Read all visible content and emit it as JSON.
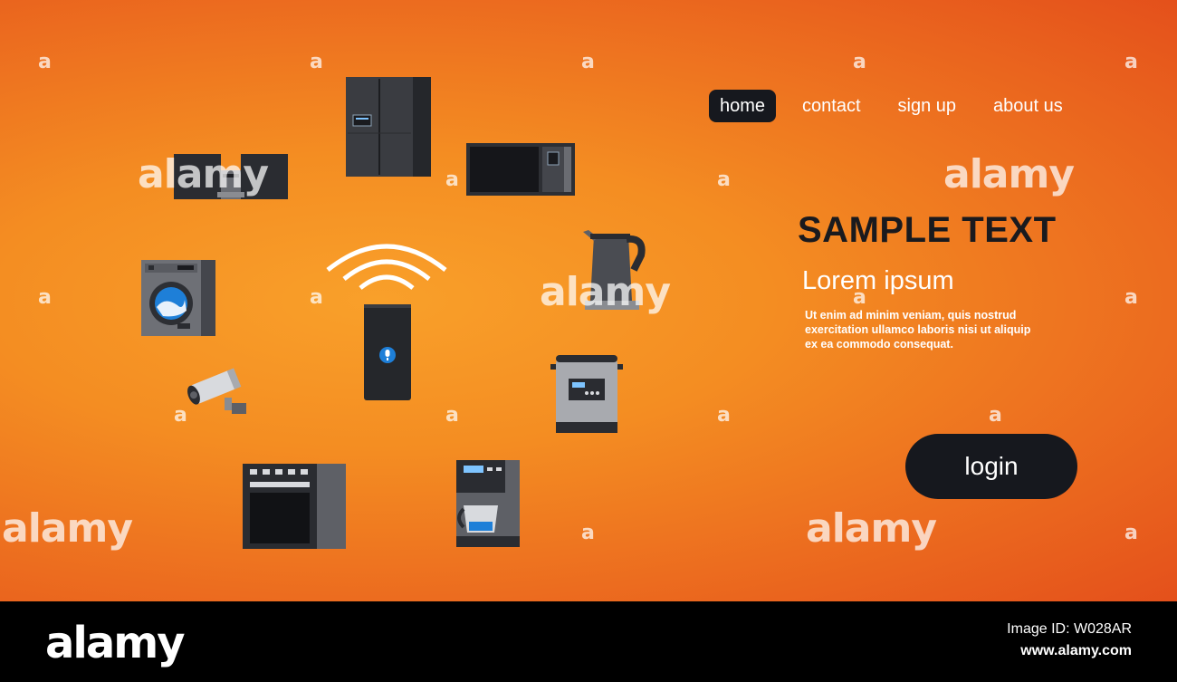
{
  "nav": {
    "items": [
      {
        "label": "home",
        "active": true
      },
      {
        "label": "contact",
        "active": false
      },
      {
        "label": "sign up",
        "active": false
      },
      {
        "label": "about us",
        "active": false
      }
    ]
  },
  "hero": {
    "title": "SAMPLE TEXT",
    "subtitle": "Lorem ipsum",
    "body": "Ut enim ad minim veniam, quis nostrud exercitation ullamco laboris nisi ut aliquip ex ea commodo consequat."
  },
  "login_label": "login",
  "watermark": {
    "small": "a",
    "large": "alamy"
  },
  "footer": {
    "logo": "alamy",
    "image_id": "Image ID: W028AR",
    "url": "www.alamy.com"
  },
  "colors": {
    "background_center": "#f9a02a",
    "background_edge": "#e4501b",
    "dark_button": "#16181e",
    "title_text": "#1a1a1e",
    "appliance_dark": "#2a2c31",
    "appliance_gray": "#5e6066",
    "mic_accent": "#1e7fd8"
  },
  "icons": [
    "smart-speaker-icon",
    "wifi-signal-icon",
    "refrigerator-icon",
    "stove-hood-icon",
    "microwave-icon",
    "washing-machine-icon",
    "kettle-icon",
    "cctv-camera-icon",
    "slow-cooker-icon",
    "oven-icon",
    "coffee-machine-icon"
  ]
}
